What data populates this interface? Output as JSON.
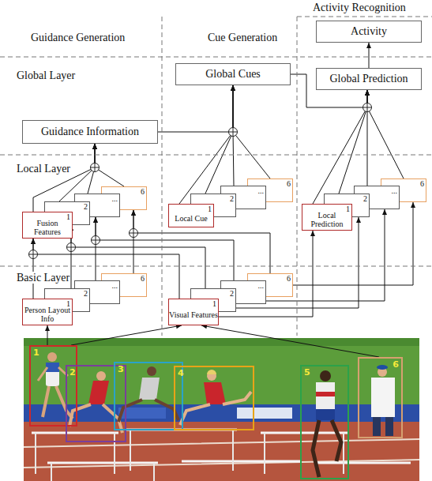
{
  "diagram": {
    "nodes": [
      {
        "text": [
          "Activity"
        ]
      },
      {
        "text": [
          "Global Cues"
        ]
      },
      {
        "text": [
          "Global Prediction"
        ]
      },
      {
        "text": [
          "Guidance Information"
        ]
      },
      {
        "text": [
          "Fusion Features",
          "1"
        ]
      },
      {
        "text": [
          "2"
        ]
      },
      {
        "text": [
          "..."
        ]
      },
      {
        "text": [
          "6"
        ]
      },
      {
        "text": [
          "Local Cue",
          "1"
        ]
      },
      {
        "text": [
          "2"
        ]
      },
      {
        "text": [
          "..."
        ]
      },
      {
        "text": [
          "6"
        ]
      },
      {
        "text": [
          "Local Prediction",
          "1"
        ]
      },
      {
        "text": [
          "2"
        ]
      },
      {
        "text": [
          "..."
        ]
      },
      {
        "text": [
          "6"
        ]
      },
      {
        "text": [
          "Person Layout Info",
          "1"
        ]
      },
      {
        "text": [
          "2"
        ]
      },
      {
        "text": [
          "..."
        ]
      },
      {
        "text": [
          "6"
        ]
      },
      {
        "text": [
          "Visual Features",
          "1"
        ]
      },
      {
        "text": [
          "2"
        ]
      },
      {
        "text": [
          "..."
        ]
      },
      {
        "text": [
          "6"
        ]
      },
      {
        "text": [
          "1"
        ]
      },
      {
        "text": [
          "2"
        ]
      },
      {
        "text": [
          "3"
        ]
      },
      {
        "text": [
          "4"
        ]
      },
      {
        "text": [
          "5"
        ]
      },
      {
        "text": [
          "6"
        ]
      }
    ],
    "edges": [
      {
        "from": 2,
        "to": 0,
        "arrow": "to"
      },
      {
        "from": 1,
        "to": 2,
        "arrow": "to"
      },
      {
        "from": 12,
        "to": 2,
        "arrow": "to"
      },
      {
        "from": 13,
        "to": 2,
        "arrow": "to"
      },
      {
        "from": 14,
        "to": 2,
        "arrow": "to"
      },
      {
        "from": 15,
        "to": 2,
        "arrow": "to"
      },
      {
        "from": 3,
        "to": 1,
        "arrow": "to"
      },
      {
        "from": 8,
        "to": 1,
        "arrow": "to"
      },
      {
        "from": 9,
        "to": 1,
        "arrow": "to"
      },
      {
        "from": 10,
        "to": 1,
        "arrow": "to"
      },
      {
        "from": 11,
        "to": 1,
        "arrow": "to"
      },
      {
        "from": 4,
        "to": 3,
        "arrow": "to"
      },
      {
        "from": 5,
        "to": 3,
        "arrow": "to"
      },
      {
        "from": 6,
        "to": 3,
        "arrow": "to"
      },
      {
        "from": 7,
        "to": 3,
        "arrow": "to"
      },
      {
        "from": 16,
        "to": 4,
        "arrow": "to"
      },
      {
        "from": 17,
        "to": 5,
        "arrow": "to"
      },
      {
        "from": 18,
        "to": 6,
        "arrow": "to"
      },
      {
        "from": 19,
        "to": 7,
        "arrow": "to"
      },
      {
        "from": 20,
        "to": 4,
        "arrow": "to"
      },
      {
        "from": 21,
        "to": 5,
        "arrow": "to"
      },
      {
        "from": 22,
        "to": 6,
        "arrow": "to"
      },
      {
        "from": 23,
        "to": 7,
        "arrow": "to"
      },
      {
        "from": 20,
        "to": 12,
        "arrow": "to"
      },
      {
        "from": 21,
        "to": 13,
        "arrow": "to"
      },
      {
        "from": 22,
        "to": 14,
        "arrow": "to"
      },
      {
        "from": 23,
        "to": 15,
        "arrow": "to"
      },
      {
        "from": 24,
        "to": 16,
        "arrow": "to"
      },
      {
        "from": 24,
        "to": 20,
        "arrow": "to"
      },
      {
        "from": 29,
        "to": 20,
        "arrow": "to"
      }
    ],
    "labels": [
      "Guidance Generation",
      "Cue Generation",
      "Activity Recognition",
      "Global Layer",
      "Local Layer",
      "Basic Layer"
    ]
  }
}
